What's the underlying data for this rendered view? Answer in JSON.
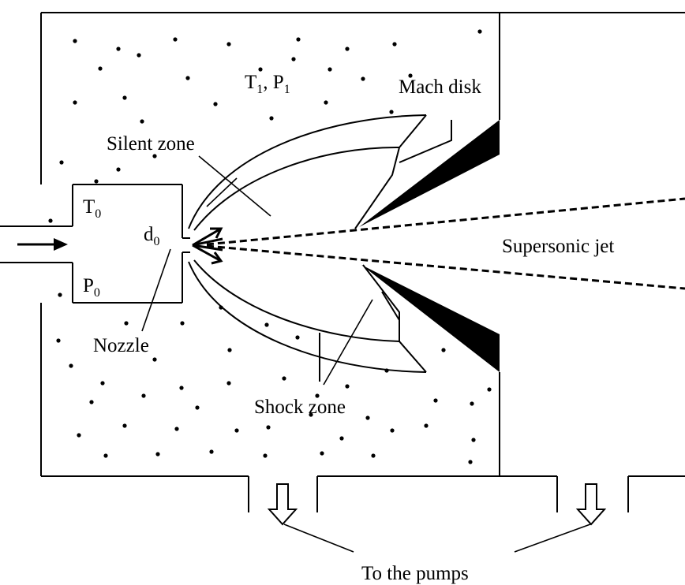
{
  "figure": {
    "labels": {
      "chamber_conditions": "T",
      "chamber_sub_1": "1",
      "chamber_sep": ", P",
      "chamber_sub_2": "1",
      "mach_disk": "Mach disk",
      "silent_zone": "Silent zone",
      "source_temp": "T",
      "source_temp_sub": "0",
      "source_pressure": "P",
      "source_pressure_sub": "0",
      "nozzle_diameter": "d",
      "nozzle_diameter_sub": "0",
      "nozzle": "Nozzle",
      "supersonic_jet": "Supersonic jet",
      "shock_zone": "Shock zone",
      "pumps": "To the pumps"
    },
    "colors": {
      "ink": "#000000",
      "background": "#ffffff"
    },
    "icons": [
      "inflow-arrow-icon",
      "pump-arrow-icon",
      "pump-arrow-icon"
    ]
  }
}
